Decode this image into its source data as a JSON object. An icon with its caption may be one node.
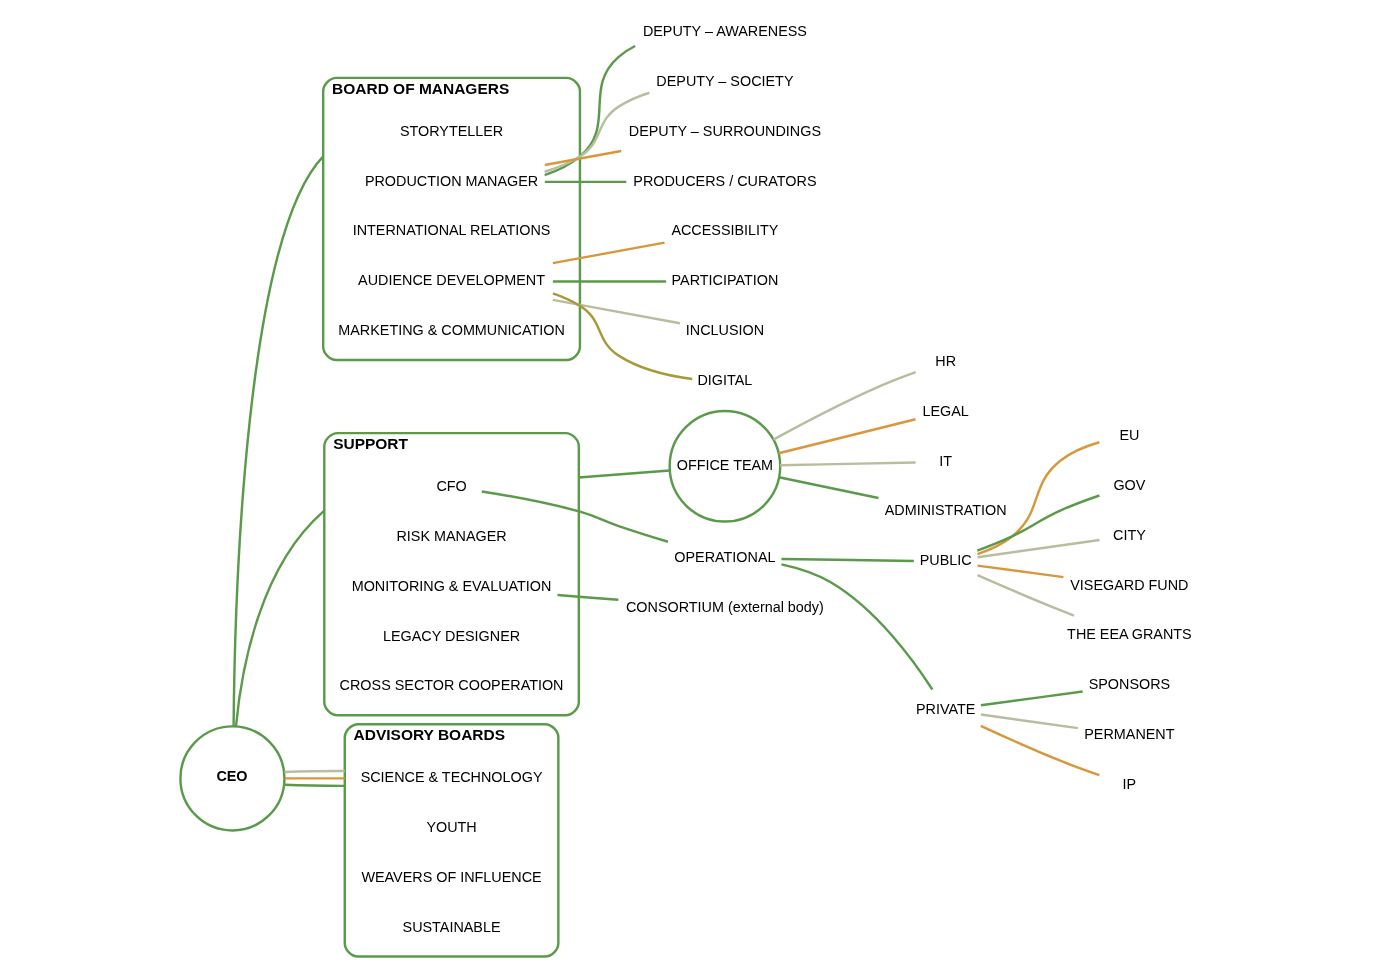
{
  "diagram": {
    "nodes": [
      {
        "text": [
          "CEO"
        ]
      },
      {
        "text": [
          "BOARD OF MANAGERS"
        ]
      },
      {
        "text": [
          "STORYTELLER"
        ],
        "in": 1
      },
      {
        "text": [
          "PRODUCTION MANAGER"
        ],
        "in": 1
      },
      {
        "text": [
          "INTERNATIONAL RELATIONS"
        ],
        "in": 1
      },
      {
        "text": [
          "AUDIENCE DEVELOPMENT"
        ],
        "in": 1
      },
      {
        "text": [
          "MARKETING & COMMUNICATION"
        ],
        "in": 1
      },
      {
        "text": [
          "DEPUTY – AWARENESS"
        ]
      },
      {
        "text": [
          "DEPUTY – SOCIETY"
        ]
      },
      {
        "text": [
          "DEPUTY – SURROUNDINGS"
        ]
      },
      {
        "text": [
          "PRODUCERS / CURATORS"
        ]
      },
      {
        "text": [
          "ACCESSIBILITY"
        ]
      },
      {
        "text": [
          "PARTICIPATION"
        ]
      },
      {
        "text": [
          "INCLUSION"
        ]
      },
      {
        "text": [
          "DIGITAL"
        ]
      },
      {
        "text": [
          "SUPPORT"
        ]
      },
      {
        "text": [
          "CFO"
        ],
        "in": 15
      },
      {
        "text": [
          "RISK MANAGER"
        ],
        "in": 15
      },
      {
        "text": [
          "MONITORING & EVALUATION"
        ],
        "in": 15
      },
      {
        "text": [
          "LEGACY DESIGNER"
        ],
        "in": 15
      },
      {
        "text": [
          "CROSS SECTOR COOPERATION"
        ],
        "in": 15
      },
      {
        "text": [
          "OFFICE TEAM"
        ]
      },
      {
        "text": [
          "CONSORTIUM (external body)"
        ]
      },
      {
        "text": [
          "OPERATIONAL"
        ]
      },
      {
        "text": [
          "PUBLIC"
        ]
      },
      {
        "text": [
          "EU"
        ]
      },
      {
        "text": [
          "GOV"
        ]
      },
      {
        "text": [
          "CITY"
        ]
      },
      {
        "text": [
          "VISEGARD FUND"
        ]
      },
      {
        "text": [
          "THE EEA GRANTS"
        ]
      },
      {
        "text": [
          "PRIVATE"
        ]
      },
      {
        "text": [
          "SPONSORS"
        ]
      },
      {
        "text": [
          "PERMANENT"
        ]
      },
      {
        "text": [
          "IP"
        ]
      },
      {
        "text": [
          "HR"
        ]
      },
      {
        "text": [
          "LEGAL"
        ]
      },
      {
        "text": [
          "IT"
        ]
      },
      {
        "text": [
          "ADMINISTRATION"
        ]
      },
      {
        "text": [
          "ADVISORY BOARDS"
        ]
      },
      {
        "text": [
          "SCIENCE & TECHNOLOGY"
        ],
        "in": 38
      },
      {
        "text": [
          "YOUTH"
        ],
        "in": 38
      },
      {
        "text": [
          "WEAVERS OF INFLUENCE"
        ],
        "in": 38
      },
      {
        "text": [
          "SUSTAINABLE"
        ],
        "in": 38
      }
    ],
    "edges": [
      {
        "from": 0,
        "to": 1,
        "arrow": "none"
      },
      {
        "from": 3,
        "to": 7,
        "arrow": "none"
      },
      {
        "from": 3,
        "to": 8,
        "arrow": "none",
        "color": "#b9bda0"
      },
      {
        "from": 3,
        "to": 9,
        "arrow": "none",
        "color": "#d8973a"
      },
      {
        "from": 3,
        "to": 10,
        "arrow": "none"
      },
      {
        "from": 5,
        "to": 11,
        "arrow": "none",
        "color": "#d8973a"
      },
      {
        "from": 5,
        "to": 12,
        "arrow": "none"
      },
      {
        "from": 5,
        "to": 13,
        "arrow": "none",
        "color": "#b9bda0"
      },
      {
        "from": 5,
        "to": 14,
        "arrow": "none",
        "color": "#a89a3a"
      },
      {
        "from": 0,
        "to": 15,
        "arrow": "none"
      },
      {
        "from": 15,
        "to": 21,
        "arrow": "none"
      },
      {
        "from": 18,
        "to": 22,
        "arrow": "none"
      },
      {
        "from": 16,
        "to": 23,
        "arrow": "none"
      },
      {
        "from": 23,
        "to": 24,
        "arrow": "none"
      },
      {
        "from": 23,
        "to": 30,
        "arrow": "none"
      },
      {
        "from": 24,
        "to": 25,
        "arrow": "none",
        "color": "#d8973a"
      },
      {
        "from": 24,
        "to": 26,
        "arrow": "none"
      },
      {
        "from": 24,
        "to": 27,
        "arrow": "none",
        "color": "#b9bda0"
      },
      {
        "from": 24,
        "to": 28,
        "arrow": "none",
        "color": "#d8973a"
      },
      {
        "from": 24,
        "to": 29,
        "arrow": "none",
        "color": "#b9bda0"
      },
      {
        "from": 30,
        "to": 31,
        "arrow": "none"
      },
      {
        "from": 30,
        "to": 32,
        "arrow": "none",
        "color": "#b9bda0"
      },
      {
        "from": 30,
        "to": 33,
        "arrow": "none",
        "color": "#d8973a"
      },
      {
        "from": 21,
        "to": 34,
        "arrow": "none",
        "color": "#b9bda0"
      },
      {
        "from": 21,
        "to": 35,
        "arrow": "none",
        "color": "#d8973a"
      },
      {
        "from": 21,
        "to": 36,
        "arrow": "none",
        "color": "#b9bda0"
      },
      {
        "from": 21,
        "to": 37,
        "arrow": "none"
      },
      {
        "from": 0,
        "to": 38,
        "arrow": "none"
      },
      {
        "from": 0,
        "to": 38,
        "arrow": "none",
        "color": "#d8973a"
      },
      {
        "from": 0,
        "to": 38,
        "arrow": "none",
        "color": "#b9bda0"
      }
    ]
  }
}
